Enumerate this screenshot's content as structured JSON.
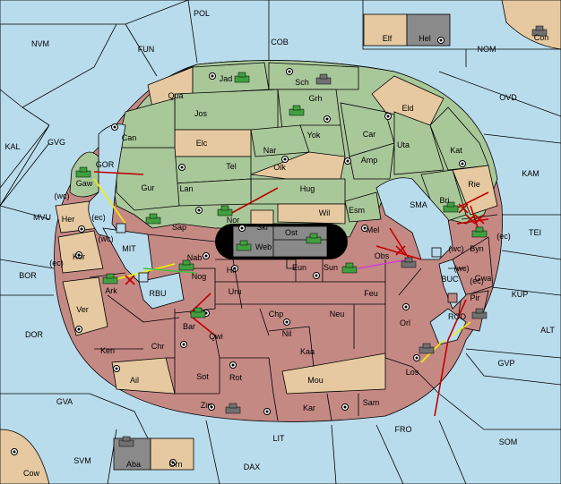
{
  "map": {
    "colors": {
      "ocean": "#b9dced",
      "green_power": "#a9c89a",
      "tan_neutral": "#e6c9a0",
      "red_power": "#c58984",
      "grey_power": "#8a8a8a",
      "order_red": "#c00000",
      "order_yellow": "#f0f000",
      "order_green": "#40c040",
      "order_magenta": "#d040d0"
    },
    "outer_sea": [
      "POL",
      "NVM",
      "FUN",
      "COB",
      "NOM",
      "OVD",
      "KAL",
      "GVG",
      "KAM",
      "TEI",
      "MVU",
      "BOR",
      "KUP",
      "ALT",
      "DOR",
      "GVP",
      "GVA",
      "SOM",
      "FRO",
      "LIT",
      "SVM",
      "DAX"
    ],
    "inner_sea": [
      "SMA",
      "MIT",
      "RBU",
      "GOR",
      "BUC",
      "ROD"
    ],
    "coast_labels": [
      "(wc)",
      "(ec)",
      "(wc)",
      "(ec)",
      "(wc)",
      "(ec)",
      "(wc)",
      "(ec)"
    ],
    "green_regions": [
      "Jad",
      "Sch",
      "Qua",
      "Jos",
      "Grh",
      "Eld",
      "Can",
      "Yok",
      "Car",
      "Elc",
      "Nar",
      "Uta",
      "Kat",
      "Tel",
      "Olk",
      "Amp",
      "Gaw",
      "Gur",
      "Lan",
      "Hug",
      "Bri",
      "Rie",
      "Nor",
      "Wil",
      "Esm",
      "Sap"
    ],
    "tan_regions": [
      "Elf",
      "Her",
      "Kor",
      "Ver",
      "Ail",
      "Mou",
      "Con",
      "Cow",
      "Orn"
    ],
    "grey_regions": [
      "Hel",
      "Skr",
      "Ost",
      "Web",
      "Aba"
    ],
    "red_regions": [
      "Nab",
      "Mel",
      "Obs",
      "Byn",
      "Eun",
      "Sun",
      "Hil",
      "Nog",
      "Gwa",
      "Ark",
      "Uru",
      "Feu",
      "Pir",
      "Chp",
      "Neu",
      "Orl",
      "Bar",
      "Qwi",
      "Nil",
      "Ken",
      "Chr",
      "Kaa",
      "Sot",
      "Rot",
      "Los",
      "Zin",
      "Kar",
      "Sam"
    ]
  }
}
